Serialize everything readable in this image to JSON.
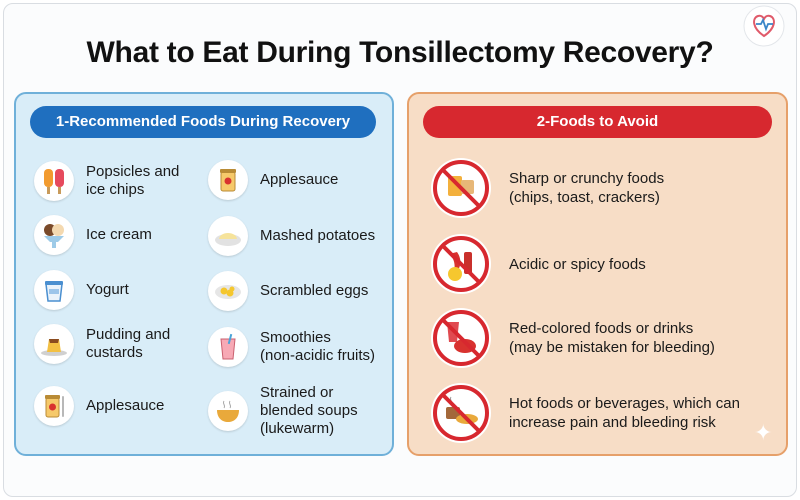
{
  "title": "What to Eat During Tonsillectomy Recovery?",
  "recommended": {
    "header": "1-Recommended Foods During Recovery",
    "left_column": [
      {
        "label": "Popsicles and\nice chips",
        "icon": "popsicle-icon"
      },
      {
        "label": "Ice cream",
        "icon": "ice-cream-icon"
      },
      {
        "label": "Yogurt",
        "icon": "yogurt-icon"
      },
      {
        "label": "Pudding and\ncustards",
        "icon": "pudding-icon"
      },
      {
        "label": "Applesauce",
        "icon": "applesauce-jar-icon"
      }
    ],
    "right_column": [
      {
        "label": "Applesauce",
        "icon": "applesauce-jar-icon"
      },
      {
        "label": "Mashed potatoes",
        "icon": "mashed-potatoes-icon"
      },
      {
        "label": "Scrambled eggs",
        "icon": "scrambled-eggs-icon"
      },
      {
        "label": "Smoothies\n(non-acidic fruits)",
        "icon": "smoothie-icon"
      },
      {
        "label": "Strained or\nblended soups\n(lukewarm)",
        "icon": "soup-icon"
      }
    ]
  },
  "avoid": {
    "header": "2-Foods to Avoid",
    "items": [
      {
        "label": "Sharp or crunchy foods\n(chips, toast, crackers)",
        "icon": "no-crunchy-foods-icon"
      },
      {
        "label": "Acidic or spicy foods",
        "icon": "no-spicy-foods-icon"
      },
      {
        "label": "Red-colored foods or drinks\n(may be mistaken for bleeding)",
        "icon": "no-red-foods-icon"
      },
      {
        "label": "Hot foods or beverages, which can\nincrease pain and bleeding risk",
        "icon": "no-hot-foods-icon"
      }
    ]
  },
  "colors": {
    "recommended_accent": "#1f6fbf",
    "avoid_accent": "#d7282f",
    "recommended_bg": "#d9edf8",
    "avoid_bg": "#f7ddc6"
  }
}
